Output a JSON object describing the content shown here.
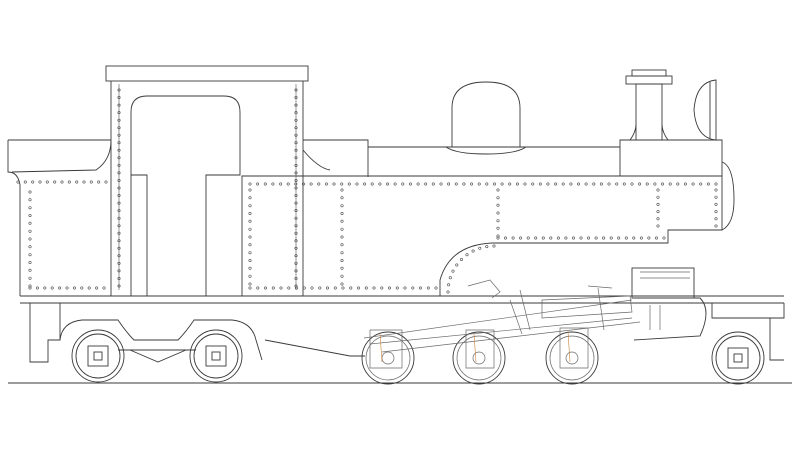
{
  "drawing": {
    "subject": "",
    "colors": {
      "background": "#ffffff",
      "line": "#3a3a3a",
      "detail_line": "#6a6a6a",
      "accent_line": "#c8813a"
    },
    "parts": [
      "cab",
      "cab-roof",
      "cab-window",
      "bunker",
      "side-tank",
      "boiler",
      "steam-dome",
      "chimney",
      "smokebox",
      "headlamp",
      "running-board",
      "rear-bogie",
      "leading-bogie",
      "coupled-wheels",
      "valve-gear",
      "cylinder",
      "rail"
    ]
  }
}
